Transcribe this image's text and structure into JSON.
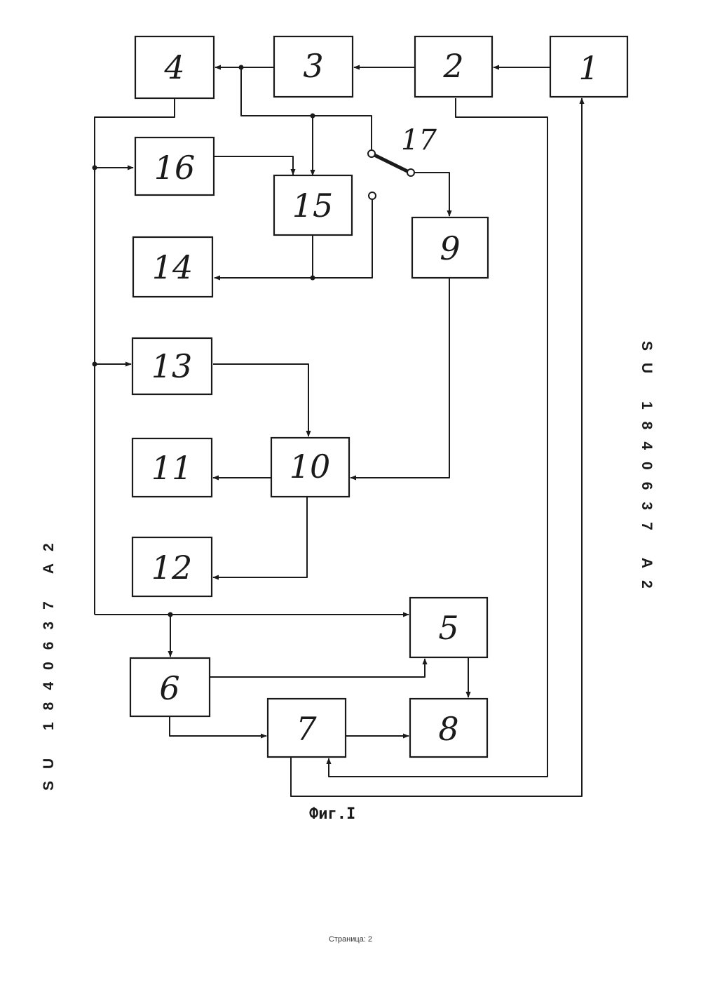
{
  "diagram": {
    "blocks": {
      "b1": "1",
      "b2": "2",
      "b3": "3",
      "b4": "4",
      "b5": "5",
      "b6": "6",
      "b7": "7",
      "b8": "8",
      "b9": "9",
      "b10": "10",
      "b11": "11",
      "b12": "12",
      "b13": "13",
      "b14": "14",
      "b15": "15",
      "b16": "16"
    },
    "switch_label": "17"
  },
  "side_text": {
    "right": "SU 1840637 A2",
    "left": "SU 1840637 A2"
  },
  "caption": "Фиг.I",
  "footer": "Страница: 2"
}
